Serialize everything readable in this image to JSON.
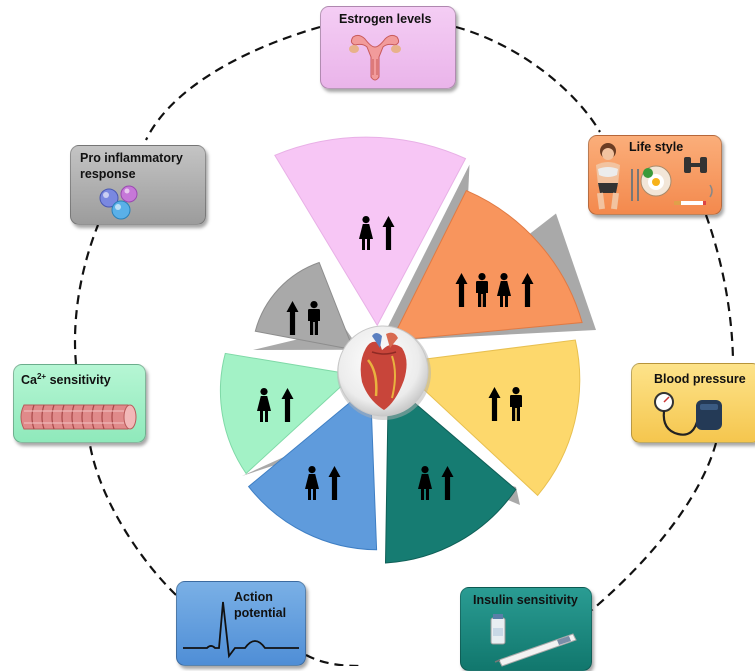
{
  "cards": {
    "estrogen": {
      "label": "Estrogen levels",
      "icon": "uterus-icon",
      "color": "#eab4ea"
    },
    "lifestyle": {
      "label": "Life style",
      "icon": "lifestyle-icon",
      "color": "#f3894d"
    },
    "blood_pressure": {
      "label": "Blood pressure",
      "icon": "sphygmomanometer-icon",
      "color": "#f5c64e"
    },
    "insulin": {
      "label": "Insulin sensitivity",
      "icon": "insulin-pen-icon",
      "color": "#11776d"
    },
    "action_potential": {
      "label": "Action potential",
      "line1": "Action",
      "line2": "potential",
      "icon": "ecg-waveform-icon",
      "color": "#4f8ed6"
    },
    "calcium": {
      "label_prefix": "Ca",
      "label_sup": "2+",
      "label_suffix": " sensitivity",
      "icon": "muscle-fiber-icon",
      "color": "#8fe9bb"
    },
    "pro_inflammatory": {
      "label": "Pro inflammatory response",
      "line1": "Pro inflammatory",
      "line2": "response",
      "icon": "immune-cells-icon",
      "color": "#9c9c9c"
    }
  },
  "wheel": {
    "center_icon": "heart-icon",
    "segments": [
      {
        "name": "estrogen",
        "color": "#f7c6f5",
        "symbols": [
          "female",
          "up"
        ]
      },
      {
        "name": "lifestyle",
        "color": "#f8955d",
        "symbols": [
          "up",
          "male",
          "female",
          "up"
        ]
      },
      {
        "name": "blood-pressure",
        "color": "#fdd86c",
        "symbols": [
          "up",
          "male"
        ]
      },
      {
        "name": "insulin",
        "color": "#167c72",
        "symbols": [
          "female",
          "up"
        ]
      },
      {
        "name": "action-potential",
        "color": "#5f9bdc",
        "symbols": [
          "female",
          "up"
        ]
      },
      {
        "name": "calcium",
        "color": "#a3f2c6",
        "symbols": [
          "female",
          "up"
        ]
      },
      {
        "name": "pro-inflammatory",
        "color": "#a9a9a9",
        "symbols": [
          "up",
          "male"
        ]
      }
    ]
  }
}
